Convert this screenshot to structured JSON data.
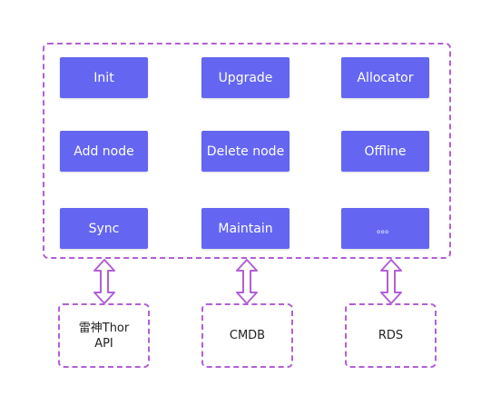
{
  "modules": [
    {
      "label": "Init"
    },
    {
      "label": "Upgrade"
    },
    {
      "label": "Allocator"
    },
    {
      "label": "Add node"
    },
    {
      "label": "Delete node"
    },
    {
      "label": "Offline"
    },
    {
      "label": "Sync"
    },
    {
      "label": "Maintain"
    },
    {
      "label": "。。。"
    }
  ],
  "systems": [
    {
      "line1": "雷神Thor",
      "line2": "API"
    },
    {
      "line1": "CMDB"
    },
    {
      "line1": "RDS"
    }
  ],
  "colors": {
    "button": "#6466f2",
    "border": "#b25fd3",
    "arrow_fill": "#ffffff",
    "arrow_stroke": "#b25fd3"
  }
}
